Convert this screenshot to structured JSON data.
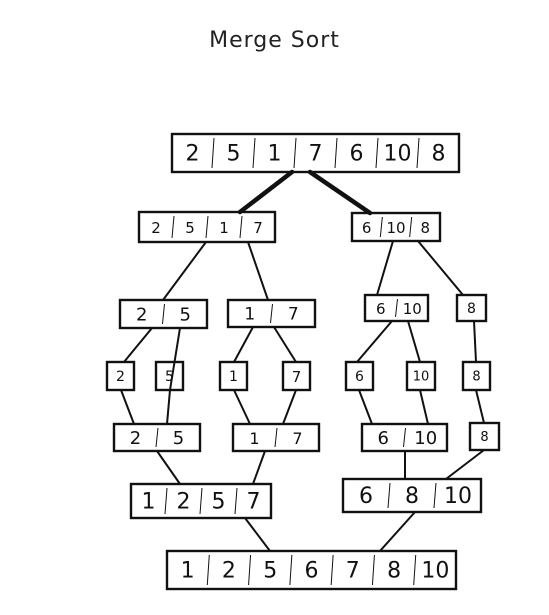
{
  "title": "Merge Sort",
  "arrays": {
    "root": [
      "2",
      "5",
      "1",
      "7",
      "6",
      "10",
      "8"
    ],
    "l1_a": [
      "2",
      "5",
      "1",
      "7"
    ],
    "l1_b": [
      "6",
      "10",
      "8"
    ],
    "l2_a": [
      "2",
      "5"
    ],
    "l2_b": [
      "1",
      "7"
    ],
    "l2_c": [
      "6",
      "10"
    ],
    "l2_d": [
      "8"
    ],
    "l3_2": [
      "2"
    ],
    "l3_5": [
      "5"
    ],
    "l3_1": [
      "1"
    ],
    "l3_7": [
      "7"
    ],
    "l3_6": [
      "6"
    ],
    "l3_10": [
      "10"
    ],
    "l3_8": [
      "8"
    ],
    "m1_a": [
      "2",
      "5"
    ],
    "m1_b": [
      "1",
      "7"
    ],
    "m1_c": [
      "6",
      "10"
    ],
    "m1_d": [
      "8"
    ],
    "m2_a": [
      "1",
      "2",
      "5",
      "7"
    ],
    "m2_b": [
      "6",
      "8",
      "10"
    ],
    "final": [
      "1",
      "2",
      "5",
      "6",
      "7",
      "8",
      "10"
    ]
  },
  "colors": {
    "ink": "#111111",
    "background": "#ffffff"
  }
}
